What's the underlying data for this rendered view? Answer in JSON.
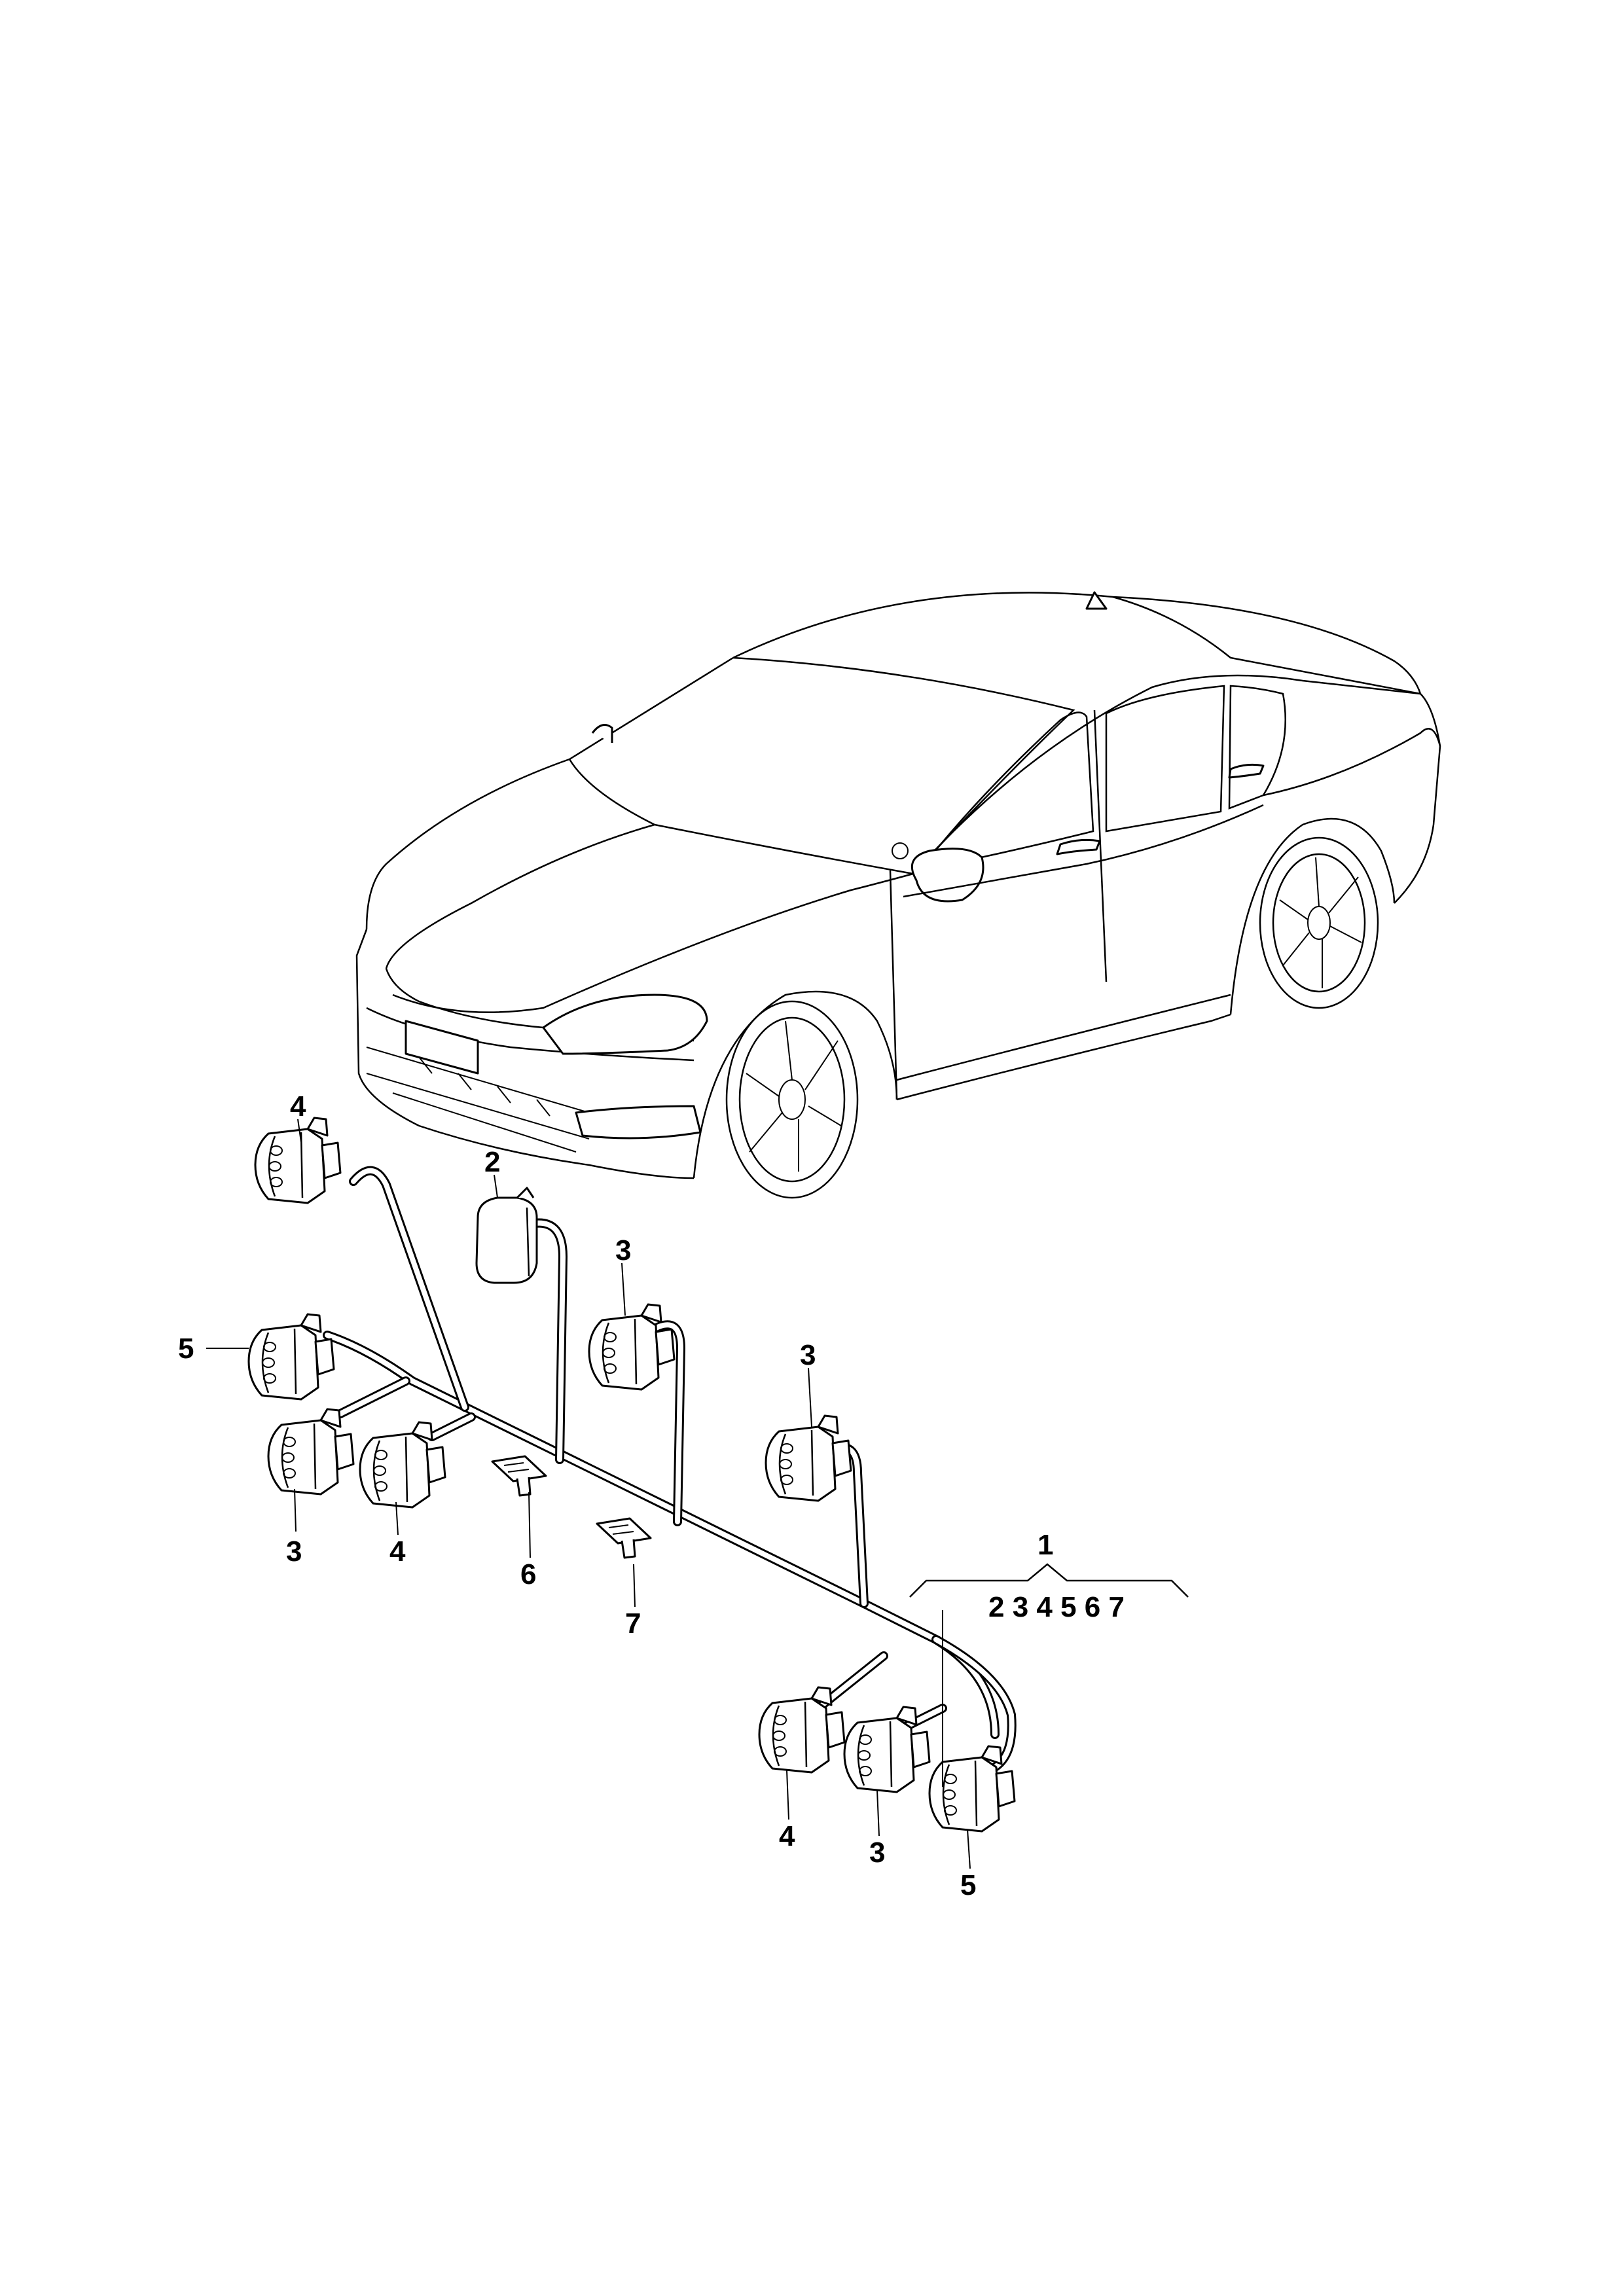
{
  "callouts": {
    "c4_top": "4",
    "c2": "2",
    "c3_mid": "3",
    "c3_right": "3",
    "c5_left": "5",
    "c3_lower_left": "3",
    "c4_lower_left": "4",
    "c6": "6",
    "c7": "7",
    "c1": "1",
    "c1_contents": "2 3 4 5 6 7",
    "c4_bottom": "4",
    "c3_bottom": "3",
    "c5_bottom": "5"
  }
}
